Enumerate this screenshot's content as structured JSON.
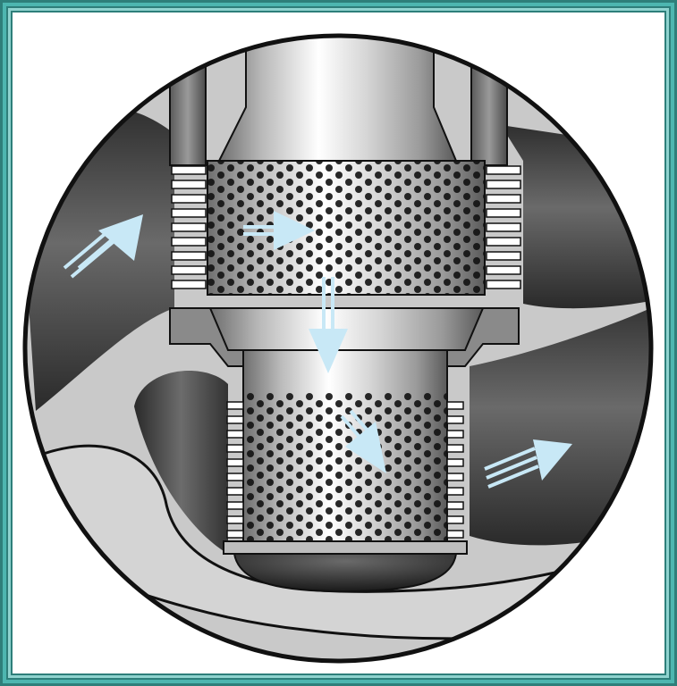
{
  "figure": {
    "kind": "cutaway diagram",
    "labels": [],
    "colors": {
      "frame_teal": "#4db6b0",
      "frame_inner": "#8fd3cf",
      "background": "#ffffff",
      "flow_arrow": "#c8e8f6",
      "housing_light": "#c9c9c9",
      "housing_dark": "#3c3c3c",
      "outline": "#111111"
    },
    "flow_arrows": [
      {
        "name": "inlet",
        "direction": "up-right"
      },
      {
        "name": "through-upper-screen",
        "direction": "right"
      },
      {
        "name": "down-to-lower-chamber",
        "direction": "down"
      },
      {
        "name": "through-lower-screen",
        "direction": "down-right"
      },
      {
        "name": "outlet",
        "direction": "up-right"
      }
    ],
    "icons": [
      "strainer-screen-upper",
      "strainer-screen-lower",
      "flow-arrow"
    ]
  }
}
